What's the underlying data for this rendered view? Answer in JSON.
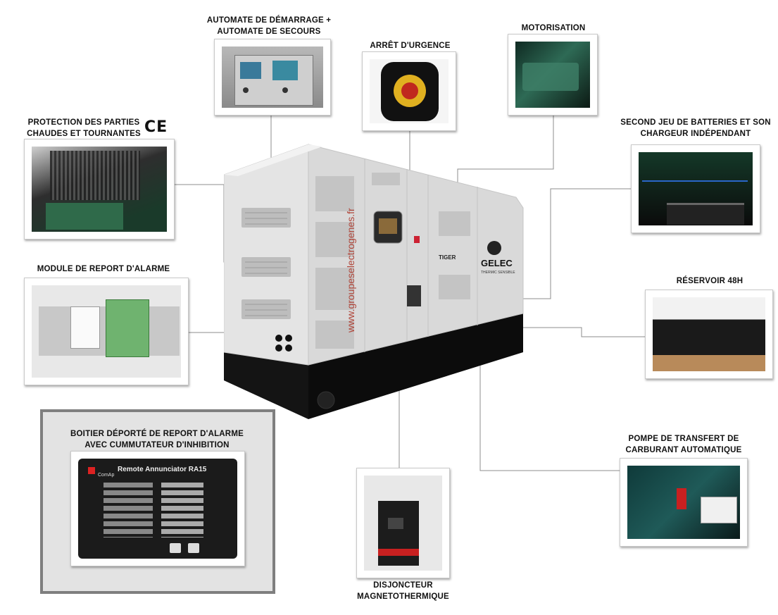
{
  "labels": {
    "automate": "AUTOMATE DE DÉMARRAGE +",
    "automate2": "AUTOMATE DE SECOURS",
    "arret": "ARRÊT D'URGENCE",
    "motorisation": "MOTORISATION",
    "protection": "PROTECTION DES PARTIES",
    "protection2": "CHAUDES ET TOURNANTES",
    "ce_mark": "CE",
    "second_jeu": "SECOND JEU DE BATTERIES ET SON",
    "second_jeu2": "CHARGEUR INDÉPENDANT",
    "module_report": "MODULE DE REPORT D'ALARME",
    "reservoir": "RÉSERVOIR 48H",
    "pompe": "POMPE DE TRANSFERT DE",
    "pompe2": "CARBURANT AUTOMATIQUE",
    "boitier": "BOITIER DÉPORTÉ DE REPORT D'ALARME",
    "boitier2": "AVEC CUMMUTATEUR D'INHIBITION",
    "disjoncteur": "DISJONCTEUR",
    "disjoncteur2": "MAGNETOTHERMIQUE"
  },
  "generator": {
    "website": "www.groupeselectrogenes.fr",
    "brand": "GELEC",
    "brand_sub": "THERMIC SENSIBLE",
    "model": "TIGER"
  },
  "annunciator": {
    "maker": "ComAp",
    "title": "Remote Annunciator RA15"
  }
}
